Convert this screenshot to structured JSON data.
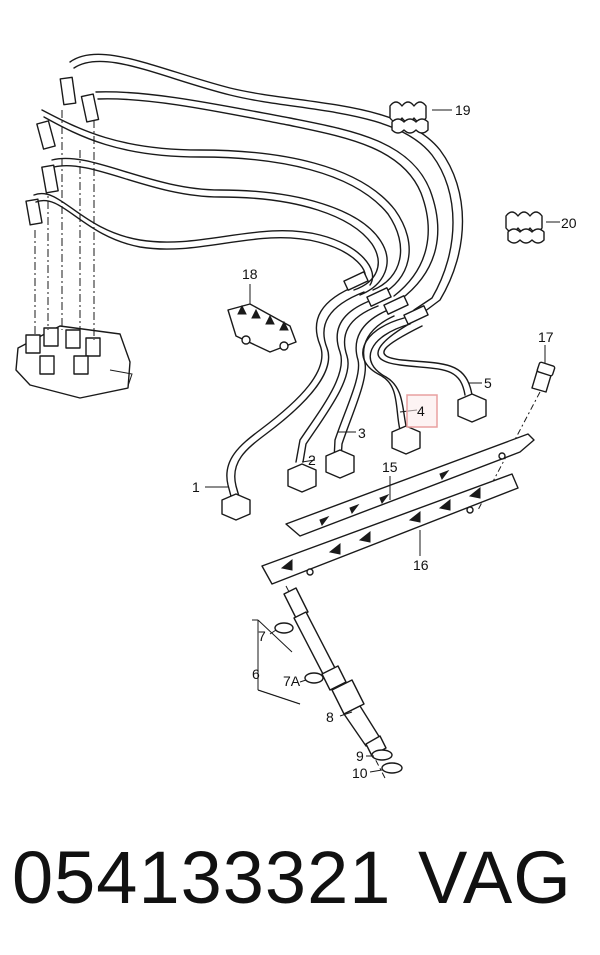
{
  "callouts": {
    "c1": "1",
    "c2": "2",
    "c3": "3",
    "c4": "4",
    "c5": "5",
    "c6": "6",
    "c7": "7",
    "c7a": "7A",
    "c8": "8",
    "c9": "9",
    "c10": "10",
    "c15": "15",
    "c16": "16",
    "c17": "17",
    "c18": "18",
    "c19": "19",
    "c20": "20"
  },
  "highlighted_callout": "4",
  "highlight_color": "#e8a0a0",
  "caption": {
    "part_number": "054133321",
    "brand": "VAG"
  }
}
